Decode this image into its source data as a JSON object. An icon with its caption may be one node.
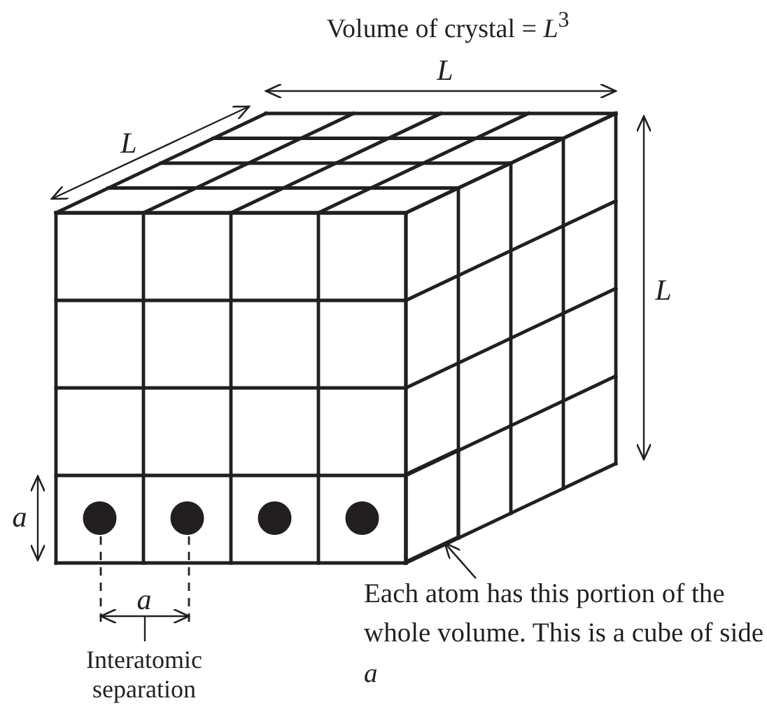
{
  "diagram": {
    "title": "Volume of crystal = *L*$^{3}$",
    "nodes": [
      {
        "text": [
          "Each atom has this portion of the whole volume. This is a cube of side *a*"
        ]
      },
      {
        "text": [],
        "shape": "box"
      }
    ],
    "edges": [
      {
        "from": 0,
        "to": 1,
        "arrow": "to"
      }
    ],
    "labels": [
      "L",
      "L",
      "L",
      "a",
      "a",
      "Interatomic separation"
    ]
  }
}
